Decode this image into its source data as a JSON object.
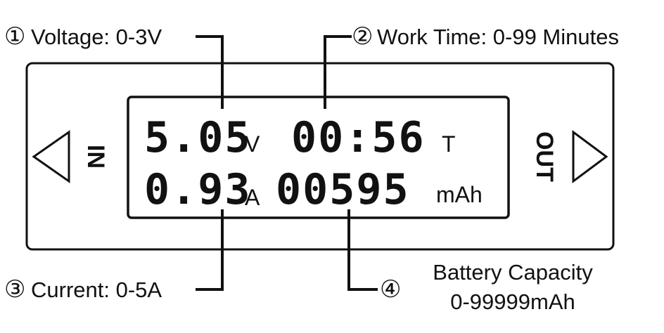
{
  "callouts": {
    "c1": {
      "marker": "①",
      "label": "Voltage: 0-3V"
    },
    "c2": {
      "marker": "②",
      "label": "Work Time: 0-99 Minutes"
    },
    "c3": {
      "marker": "③",
      "label": "Current: 0-5A"
    },
    "c4": {
      "marker": "④",
      "label_line1": "Battery Capacity",
      "label_line2": "0-99999mAh"
    }
  },
  "device": {
    "in_label": "IN",
    "out_label": "OUT"
  },
  "display": {
    "voltage": "5.05",
    "voltage_unit": "V",
    "time": "00:56",
    "time_unit": "T",
    "current": "0.93",
    "current_unit": "A",
    "capacity": "00595",
    "capacity_unit": "mAh"
  }
}
